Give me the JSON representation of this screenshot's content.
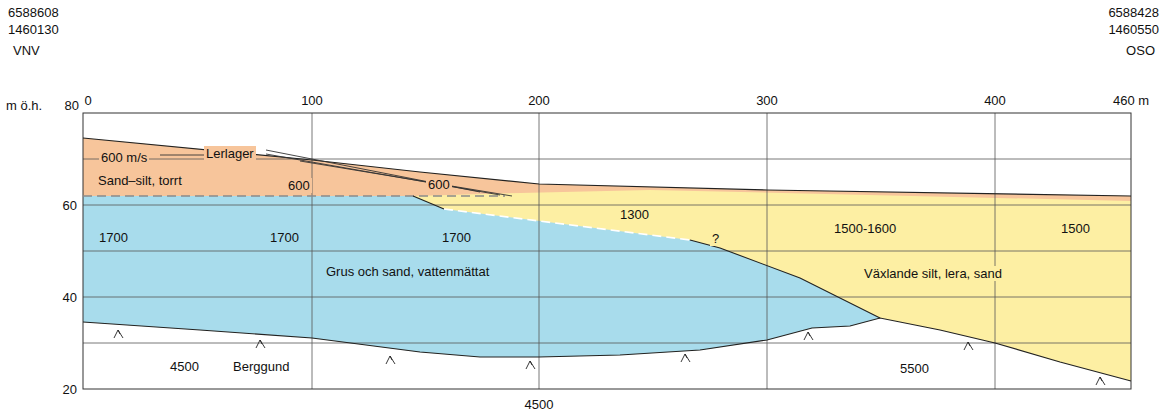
{
  "diagram": {
    "labels": [
      "6588608",
      "1460130",
      "VNV",
      "6588428",
      "1460550",
      "OSO",
      "m ö.h.",
      "80",
      "60",
      "40",
      "20",
      "0",
      "100",
      "200",
      "300",
      "400",
      "460 m",
      "600 m/s",
      "Lerlager",
      "Sand–silt, torrt",
      "600",
      "600",
      "1300",
      "?",
      "1500-1600",
      "1500",
      "1700",
      "1700",
      "1700",
      "Grus och sand, vattenmättat",
      "Växlande silt, lera, sand",
      "4500",
      "Berggund",
      "5500",
      "4500"
    ]
  }
}
